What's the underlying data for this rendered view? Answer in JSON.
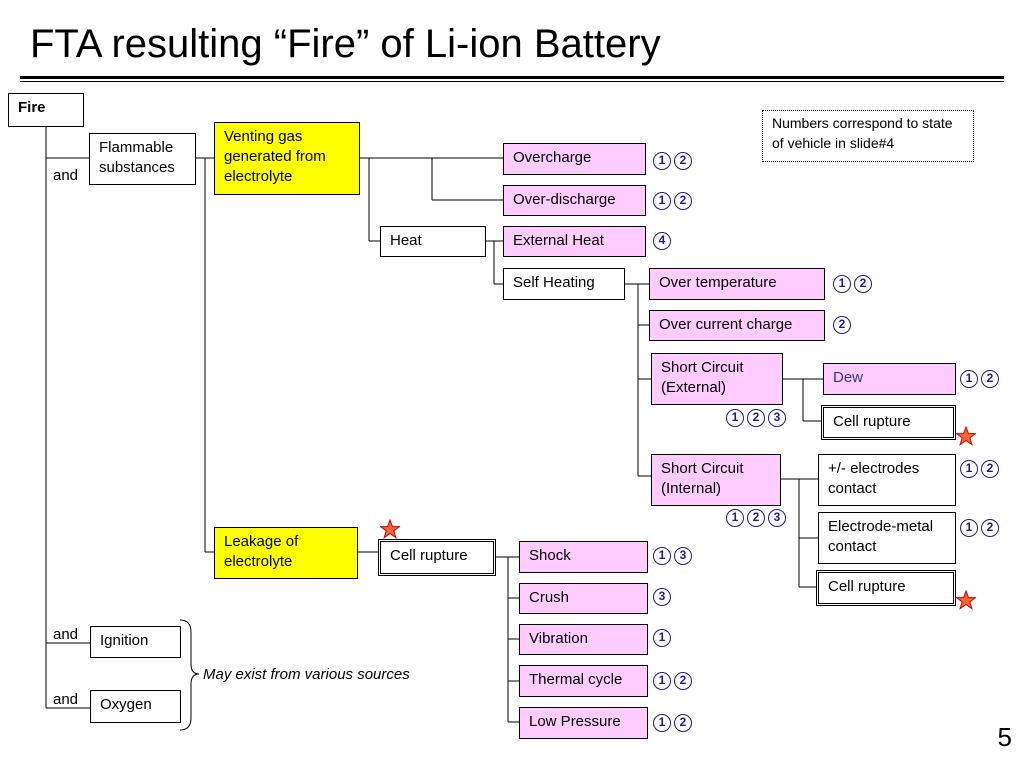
{
  "title": "FTA resulting “Fire” of Li-ion Battery",
  "page_number": "5",
  "note": "Numbers correspond to state of vehicle in slide#4",
  "may_exist": "May exist from various sources",
  "gate_labels": {
    "and1": "and",
    "and2": "and",
    "and3": "and"
  },
  "nodes": {
    "fire": "Fire",
    "flammable": "Flammable substances",
    "ignition": "Ignition",
    "oxygen": "Oxygen",
    "venting_gas": "Venting gas generated from electrolyte",
    "leakage": "Leakage of electrolyte",
    "cell_rupture_leak": "Cell rupture",
    "overcharge": "Overcharge",
    "over_discharge": "Over-discharge",
    "heat": "Heat",
    "external_heat": "External Heat",
    "self_heating": "Self Heating",
    "over_temperature": "Over temperature",
    "over_current_charge": "Over current charge",
    "sc_external": "Short Circuit (External)",
    "sc_internal": "Short Circuit (Internal)",
    "dew": "Dew",
    "cell_rupture_ext": "Cell rupture",
    "electrodes_contact": "+/- electrodes contact",
    "electrode_metal": "Electrode-metal contact",
    "cell_rupture_int": "Cell rupture",
    "shock": "Shock",
    "crush": "Crush",
    "vibration": "Vibration",
    "thermal_cycle": "Thermal cycle",
    "low_pressure": "Low Pressure"
  },
  "states": {
    "overcharge": [
      "1",
      "2"
    ],
    "over_discharge": [
      "1",
      "2"
    ],
    "external_heat": [
      "4"
    ],
    "over_temperature": [
      "1",
      "2"
    ],
    "over_current_charge": [
      "2"
    ],
    "dew": [
      "1",
      "2"
    ],
    "sc_external": [
      "1",
      "2",
      "3"
    ],
    "electrodes_contact": [
      "1",
      "2"
    ],
    "electrode_metal": [
      "1",
      "2"
    ],
    "sc_internal": [
      "1",
      "2",
      "3"
    ],
    "shock": [
      "1",
      "3"
    ],
    "crush": [
      "3"
    ],
    "vibration": [
      "1"
    ],
    "thermal_cycle": [
      "1",
      "2"
    ],
    "low_pressure": [
      "1",
      "2"
    ]
  },
  "colors": {
    "yellow": "#ffff00",
    "pink": "#ffccff",
    "circle": "#1a1a9a",
    "star_fill": "#ff6633",
    "star_stroke": "#cc0000"
  }
}
